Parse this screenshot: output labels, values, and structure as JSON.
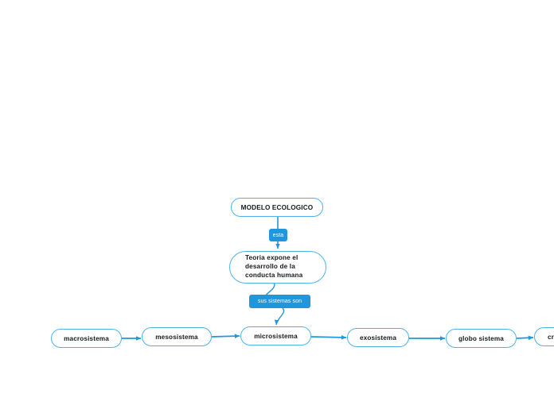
{
  "diagram": {
    "title_node": {
      "label": "MODELO ECOLOGICO"
    },
    "theory_node": {
      "label": "Teoria expone el desarrollo de la conducta humana"
    },
    "edge_labels": {
      "esta": "esta",
      "sus_sistemas_son": "sus sistemas son"
    },
    "systems_row": [
      {
        "label": "macrosistema"
      },
      {
        "label": "mesosistema"
      },
      {
        "label": "microsistema"
      },
      {
        "label": "exosistema"
      },
      {
        "label": "globo sistema"
      },
      {
        "label": "cronosistema"
      }
    ],
    "colors": {
      "accent": "#2196dd",
      "node_border": "#4fb3e8",
      "node_fill": "#ffffff",
      "text": "#16191c",
      "label_text": "#ffffff",
      "canvas": "#ffffff"
    }
  }
}
